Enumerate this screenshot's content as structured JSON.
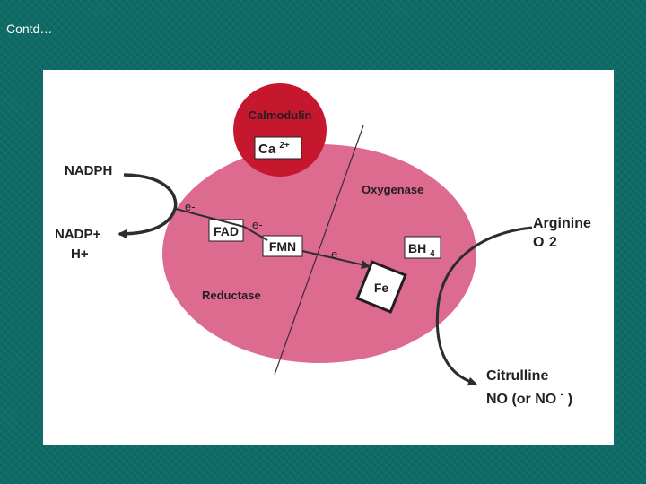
{
  "slide": {
    "title": "Contd…"
  },
  "diagram": {
    "calmodulin": {
      "label": "Calmodulin",
      "ion": "Ca",
      "ion_charge": "2+"
    },
    "domains": {
      "oxygenase": "Oxygenase",
      "reductase": "Reductase"
    },
    "cofactors": {
      "fad": "FAD",
      "fmn": "FMN",
      "bh4_base": "BH",
      "bh4_sub": "4",
      "fe": "Fe"
    },
    "electrons": [
      "e-",
      "e-",
      "e-"
    ],
    "inputs": {
      "nadph": "NADPH",
      "nadp_plus": "NADP+",
      "h_plus": "H+",
      "arginine": "Arginine",
      "o2_base": "O",
      "o2_sub": "2"
    },
    "outputs": {
      "citrulline": "Citrulline",
      "no_text": "NO (or NO",
      "no_sup": "-",
      "no_close": ")"
    },
    "colors": {
      "enzyme_pink": "#dd6a8f",
      "calmodulin_red": "#c5182f",
      "arrow": "#2b2d33",
      "background": "#0e6b66"
    }
  }
}
